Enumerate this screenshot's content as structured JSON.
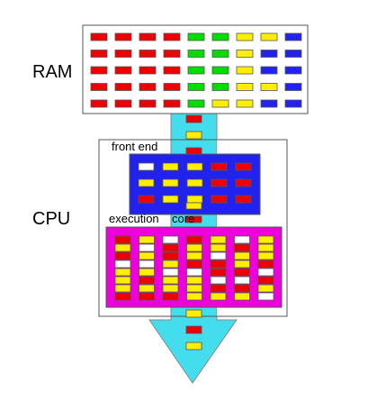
{
  "labels": {
    "ram": "RAM",
    "cpu": "CPU",
    "front_end": "front end",
    "execution": "execution",
    "core": "core"
  },
  "colors": {
    "red": "#ee0000",
    "green": "#00dd00",
    "yellow": "#ffee00",
    "blue": "#2222ee",
    "white": "#ffffff",
    "arrow": "#44ddee",
    "front_end_box": "#2222ee",
    "execution_box": "#ee00dd"
  },
  "ram_grid": [
    [
      "red",
      "red",
      "red",
      "red",
      "green",
      "green",
      "yellow",
      "yellow",
      "blue"
    ],
    [
      "red",
      "red",
      "red",
      "red",
      "green",
      "green",
      "yellow",
      "blue",
      "blue"
    ],
    [
      "red",
      "red",
      "red",
      "red",
      "green",
      "green",
      "yellow",
      "blue",
      "blue"
    ],
    [
      "red",
      "red",
      "red",
      "red",
      "green",
      "green",
      "yellow",
      "yellow",
      "blue"
    ],
    [
      "red",
      "red",
      "red",
      "red",
      "green",
      "yellow",
      "yellow",
      "blue",
      "blue"
    ]
  ],
  "pipe_upper": [
    "red",
    "yellow",
    "red"
  ],
  "front_end_grid": [
    [
      "white",
      "yellow",
      "yellow",
      "red",
      "red"
    ],
    [
      "yellow",
      "yellow",
      "yellow",
      "red",
      "red"
    ],
    [
      "red",
      "yellow",
      "yellow",
      "red",
      "red"
    ]
  ],
  "pipe_between": [
    "yellow",
    "red"
  ],
  "execution_columns": [
    [
      "red",
      "yellow",
      "red",
      "white",
      "yellow",
      "yellow",
      "yellow",
      "red"
    ],
    [
      "yellow",
      "white",
      "yellow",
      "white",
      "yellow",
      "red",
      "yellow",
      "red"
    ],
    [
      "white",
      "red",
      "red",
      "yellow",
      "white",
      "yellow",
      "yellow",
      "red"
    ],
    [
      "red",
      "yellow",
      "yellow",
      "red",
      "white",
      "yellow",
      "yellow",
      "yellow"
    ],
    [
      "yellow",
      "yellow",
      "white",
      "red",
      "red",
      "white",
      "red",
      "yellow"
    ],
    [
      "white",
      "red",
      "yellow",
      "yellow",
      "red",
      "white",
      "red",
      "yellow"
    ],
    [
      "yellow",
      "yellow",
      "yellow",
      "red",
      "white",
      "red",
      "yellow",
      "white"
    ]
  ],
  "pipe_lower": [
    "yellow",
    "red",
    "yellow"
  ]
}
